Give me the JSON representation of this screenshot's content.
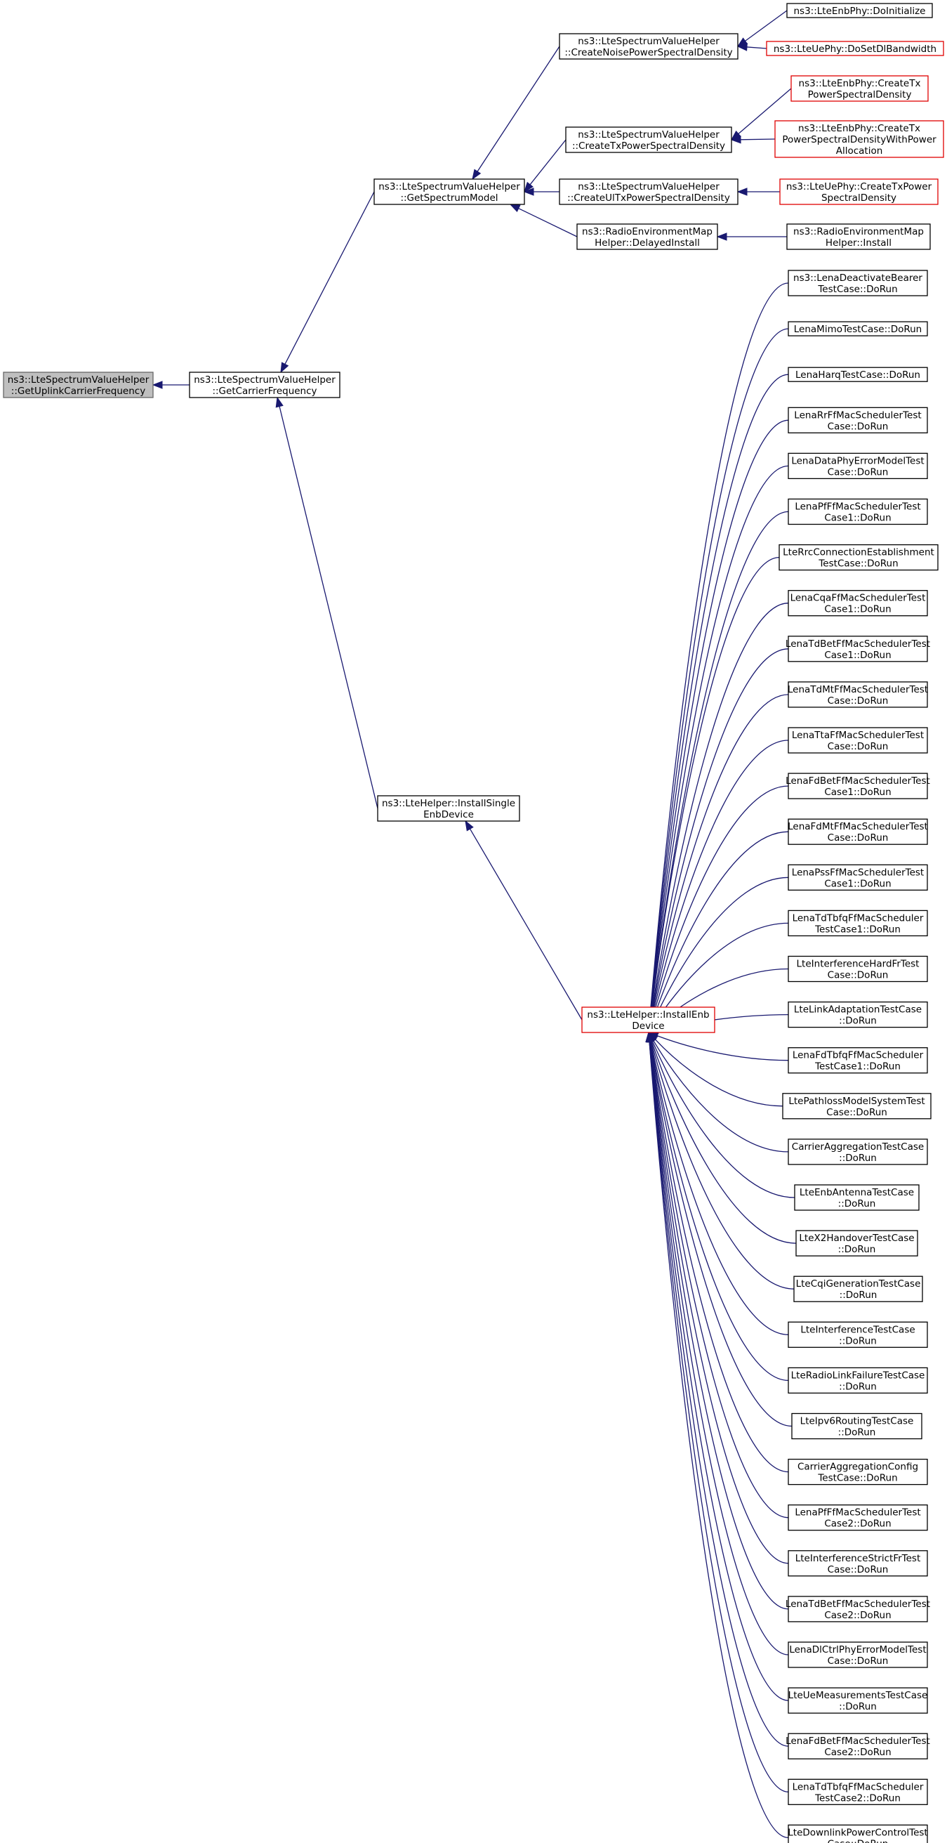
{
  "graph": {
    "root": "n0",
    "nodes": [
      {
        "id": "n0",
        "lines": [
          "ns3::LteSpectrumValueHelper",
          "::GetUplinkCarrierFrequency"
        ],
        "style": "root",
        "link": false
      },
      {
        "id": "n1",
        "lines": [
          "ns3::LteSpectrumValueHelper",
          "::GetCarrierFrequency"
        ],
        "style": "normal",
        "link": true
      },
      {
        "id": "n2",
        "lines": [
          "ns3::LteSpectrumValueHelper",
          "::GetSpectrumModel"
        ],
        "style": "normal",
        "link": true
      },
      {
        "id": "n3",
        "lines": [
          "ns3::LteHelper::InstallSingle",
          "EnbDevice"
        ],
        "style": "normal",
        "link": true
      },
      {
        "id": "n4",
        "lines": [
          "ns3::LteSpectrumValueHelper",
          "::CreateNoisePowerSpectralDensity"
        ],
        "style": "normal",
        "link": true
      },
      {
        "id": "n5",
        "lines": [
          "ns3::LteSpectrumValueHelper",
          "::CreateTxPowerSpectralDensity"
        ],
        "style": "normal",
        "link": true
      },
      {
        "id": "n6",
        "lines": [
          "ns3::LteSpectrumValueHelper",
          "::CreateUlTxPowerSpectralDensity"
        ],
        "style": "normal",
        "link": true
      },
      {
        "id": "n7",
        "lines": [
          "ns3::RadioEnvironmentMap",
          "Helper::DelayedInstall"
        ],
        "style": "normal",
        "link": true
      },
      {
        "id": "n8",
        "lines": [
          "ns3::LteHelper::InstallEnb",
          "Device"
        ],
        "style": "red",
        "link": true
      },
      {
        "id": "n9",
        "lines": [
          "ns3::LteEnbPhy::DoInitialize"
        ],
        "style": "normal",
        "link": true
      },
      {
        "id": "n10",
        "lines": [
          "ns3::LteUePhy::DoSetDlBandwidth"
        ],
        "style": "red",
        "link": true
      },
      {
        "id": "n11",
        "lines": [
          "ns3::LteEnbPhy::CreateTx",
          "PowerSpectralDensity"
        ],
        "style": "red",
        "link": true
      },
      {
        "id": "n12",
        "lines": [
          "ns3::LteEnbPhy::CreateTx",
          "PowerSpectralDensityWithPower",
          "Allocation"
        ],
        "style": "red",
        "link": true
      },
      {
        "id": "n13",
        "lines": [
          "ns3::LteUePhy::CreateTxPower",
          "SpectralDensity"
        ],
        "style": "red",
        "link": true
      },
      {
        "id": "n14",
        "lines": [
          "ns3::RadioEnvironmentMap",
          "Helper::Install"
        ],
        "style": "normal",
        "link": true
      },
      {
        "id": "t0",
        "lines": [
          "ns3::LenaDeactivateBearer",
          "TestCase::DoRun"
        ],
        "style": "normal",
        "link": true
      },
      {
        "id": "t1",
        "lines": [
          "LenaMimoTestCase::DoRun"
        ],
        "style": "normal",
        "link": true
      },
      {
        "id": "t2",
        "lines": [
          "LenaHarqTestCase::DoRun"
        ],
        "style": "normal",
        "link": true
      },
      {
        "id": "t3",
        "lines": [
          "LenaRrFfMacSchedulerTest",
          "Case::DoRun"
        ],
        "style": "normal",
        "link": true
      },
      {
        "id": "t4",
        "lines": [
          "LenaDataPhyErrorModelTest",
          "Case::DoRun"
        ],
        "style": "normal",
        "link": true
      },
      {
        "id": "t5",
        "lines": [
          "LenaPfFfMacSchedulerTest",
          "Case1::DoRun"
        ],
        "style": "normal",
        "link": true
      },
      {
        "id": "t6",
        "lines": [
          "LteRrcConnectionEstablishment",
          "TestCase::DoRun"
        ],
        "style": "normal",
        "link": true
      },
      {
        "id": "t7",
        "lines": [
          "LenaCqaFfMacSchedulerTest",
          "Case1::DoRun"
        ],
        "style": "normal",
        "link": true
      },
      {
        "id": "t8",
        "lines": [
          "LenaTdBetFfMacSchedulerTest",
          "Case1::DoRun"
        ],
        "style": "normal",
        "link": true
      },
      {
        "id": "t9",
        "lines": [
          "LenaTdMtFfMacSchedulerTest",
          "Case::DoRun"
        ],
        "style": "normal",
        "link": true
      },
      {
        "id": "t10",
        "lines": [
          "LenaTtaFfMacSchedulerTest",
          "Case::DoRun"
        ],
        "style": "normal",
        "link": true
      },
      {
        "id": "t11",
        "lines": [
          "LenaFdBetFfMacSchedulerTest",
          "Case1::DoRun"
        ],
        "style": "normal",
        "link": true
      },
      {
        "id": "t12",
        "lines": [
          "LenaFdMtFfMacSchedulerTest",
          "Case::DoRun"
        ],
        "style": "normal",
        "link": true
      },
      {
        "id": "t13",
        "lines": [
          "LenaPssFfMacSchedulerTest",
          "Case1::DoRun"
        ],
        "style": "normal",
        "link": true
      },
      {
        "id": "t14",
        "lines": [
          "LenaTdTbfqFfMacScheduler",
          "TestCase1::DoRun"
        ],
        "style": "normal",
        "link": true
      },
      {
        "id": "t15",
        "lines": [
          "LteInterferenceHardFrTest",
          "Case::DoRun"
        ],
        "style": "normal",
        "link": true
      },
      {
        "id": "t16",
        "lines": [
          "LteLinkAdaptationTestCase",
          "::DoRun"
        ],
        "style": "normal",
        "link": true
      },
      {
        "id": "t17",
        "lines": [
          "LenaFdTbfqFfMacScheduler",
          "TestCase1::DoRun"
        ],
        "style": "normal",
        "link": true
      },
      {
        "id": "t18",
        "lines": [
          "LtePathlossModelSystemTest",
          "Case::DoRun"
        ],
        "style": "normal",
        "link": true
      },
      {
        "id": "t19",
        "lines": [
          "CarrierAggregationTestCase",
          "::DoRun"
        ],
        "style": "normal",
        "link": true
      },
      {
        "id": "t20",
        "lines": [
          "LteEnbAntennaTestCase",
          "::DoRun"
        ],
        "style": "normal",
        "link": true
      },
      {
        "id": "t21",
        "lines": [
          "LteX2HandoverTestCase",
          "::DoRun"
        ],
        "style": "normal",
        "link": true
      },
      {
        "id": "t22",
        "lines": [
          "LteCqiGenerationTestCase",
          "::DoRun"
        ],
        "style": "normal",
        "link": true
      },
      {
        "id": "t23",
        "lines": [
          "LteInterferenceTestCase",
          "::DoRun"
        ],
        "style": "normal",
        "link": true
      },
      {
        "id": "t24",
        "lines": [
          "LteRadioLinkFailureTestCase",
          "::DoRun"
        ],
        "style": "normal",
        "link": true
      },
      {
        "id": "t25",
        "lines": [
          "LteIpv6RoutingTestCase",
          "::DoRun"
        ],
        "style": "normal",
        "link": true
      },
      {
        "id": "t26",
        "lines": [
          "CarrierAggregationConfig",
          "TestCase::DoRun"
        ],
        "style": "normal",
        "link": true
      },
      {
        "id": "t27",
        "lines": [
          "LenaPfFfMacSchedulerTest",
          "Case2::DoRun"
        ],
        "style": "normal",
        "link": true
      },
      {
        "id": "t28",
        "lines": [
          "LteInterferenceStrictFrTest",
          "Case::DoRun"
        ],
        "style": "normal",
        "link": true
      },
      {
        "id": "t29",
        "lines": [
          "LenaTdBetFfMacSchedulerTest",
          "Case2::DoRun"
        ],
        "style": "normal",
        "link": true
      },
      {
        "id": "t30",
        "lines": [
          "LenaDlCtrlPhyErrorModelTest",
          "Case::DoRun"
        ],
        "style": "normal",
        "link": true
      },
      {
        "id": "t31",
        "lines": [
          "LteUeMeasurementsTestCase",
          "::DoRun"
        ],
        "style": "normal",
        "link": true
      },
      {
        "id": "t32",
        "lines": [
          "LenaFdBetFfMacSchedulerTest",
          "Case2::DoRun"
        ],
        "style": "normal",
        "link": true
      },
      {
        "id": "t33",
        "lines": [
          "LenaTdTbfqFfMacScheduler",
          "TestCase2::DoRun"
        ],
        "style": "normal",
        "link": true
      },
      {
        "id": "t34",
        "lines": [
          "LteDownlinkPowerControlTest",
          "Case::DoRun"
        ],
        "style": "normal",
        "link": true
      }
    ],
    "edges": [
      [
        "n1",
        "n0"
      ],
      [
        "n2",
        "n1"
      ],
      [
        "n3",
        "n1"
      ],
      [
        "n4",
        "n2"
      ],
      [
        "n5",
        "n2"
      ],
      [
        "n6",
        "n2"
      ],
      [
        "n7",
        "n2"
      ],
      [
        "n8",
        "n3"
      ],
      [
        "n9",
        "n4"
      ],
      [
        "n10",
        "n4"
      ],
      [
        "n11",
        "n5"
      ],
      [
        "n12",
        "n5"
      ],
      [
        "n13",
        "n6"
      ],
      [
        "n14",
        "n7"
      ],
      [
        "t0",
        "n8"
      ],
      [
        "t1",
        "n8"
      ],
      [
        "t2",
        "n8"
      ],
      [
        "t3",
        "n8"
      ],
      [
        "t4",
        "n8"
      ],
      [
        "t5",
        "n8"
      ],
      [
        "t6",
        "n8"
      ],
      [
        "t7",
        "n8"
      ],
      [
        "t8",
        "n8"
      ],
      [
        "t9",
        "n8"
      ],
      [
        "t10",
        "n8"
      ],
      [
        "t11",
        "n8"
      ],
      [
        "t12",
        "n8"
      ],
      [
        "t13",
        "n8"
      ],
      [
        "t14",
        "n8"
      ],
      [
        "t15",
        "n8"
      ],
      [
        "t16",
        "n8"
      ],
      [
        "t17",
        "n8"
      ],
      [
        "t18",
        "n8"
      ],
      [
        "t19",
        "n8"
      ],
      [
        "t20",
        "n8"
      ],
      [
        "t21",
        "n8"
      ],
      [
        "t22",
        "n8"
      ],
      [
        "t23",
        "n8"
      ],
      [
        "t24",
        "n8"
      ],
      [
        "t25",
        "n8"
      ],
      [
        "t26",
        "n8"
      ],
      [
        "t27",
        "n8"
      ],
      [
        "t28",
        "n8"
      ],
      [
        "t29",
        "n8"
      ],
      [
        "t30",
        "n8"
      ],
      [
        "t31",
        "n8"
      ],
      [
        "t32",
        "n8"
      ],
      [
        "t33",
        "n8"
      ],
      [
        "t34",
        "n8"
      ]
    ],
    "colors": {
      "edge": "#191970",
      "root_fill": "#bfbfbf",
      "red_border": "#e00000"
    }
  }
}
